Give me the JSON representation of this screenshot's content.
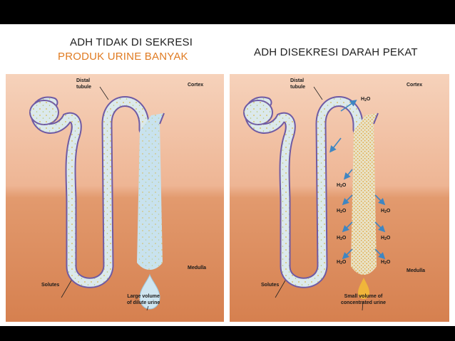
{
  "left_panel": {
    "title_line1": "ADH TIDAK DI SEKRESI",
    "title_line2": "PRODUK URINE BANYAK",
    "label_distal": [
      "Distal",
      "tubule"
    ],
    "label_cortex": "Cortex",
    "label_medulla": "Medulla",
    "label_solutes": "Solutes",
    "label_output": [
      "Large volume",
      "of dilute urine"
    ]
  },
  "right_panel": {
    "title": "ADH DISEKRESI DARAH PEKAT",
    "label_distal": [
      "Distal",
      "tubule"
    ],
    "label_cortex": "Cortex",
    "label_medulla": "Medulla",
    "label_solutes": "Solutes",
    "label_output": [
      "Small volume of",
      "concentrated urine"
    ],
    "water_label": "H",
    "water_sub": "2",
    "water_tail": "O"
  },
  "colors": {
    "title_dark": "#1e1e1e",
    "title_orange": "#e07b22",
    "cortex": "#f1c2a4",
    "medulla": "#d98858",
    "tubule_fill": "#dbe9ec",
    "tubule_edge": "#6f5aa3",
    "duct_fill": "#c8e2ee",
    "arrow": "#3f86c2"
  }
}
